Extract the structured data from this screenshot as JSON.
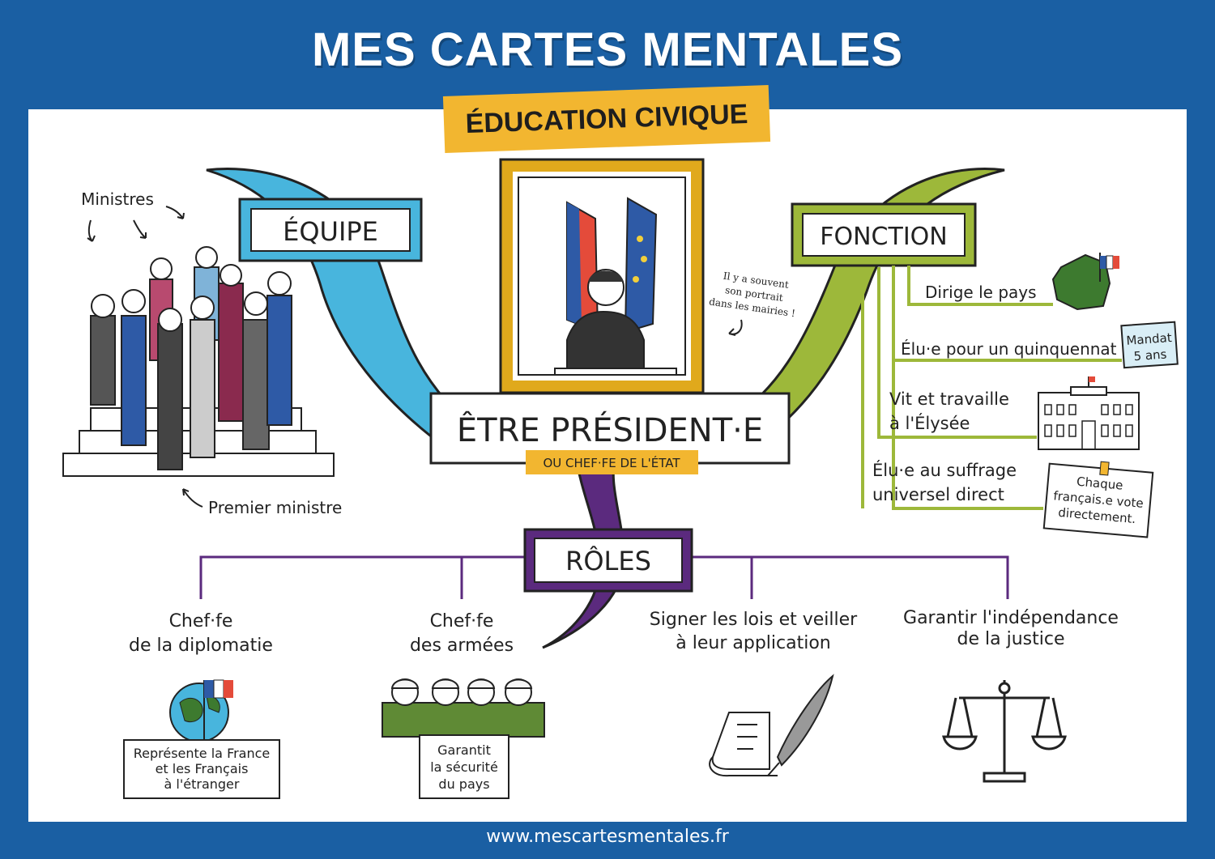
{
  "header": {
    "title": "MES CARTES MENTALES",
    "subtitle": "ÉDUCATION CIVIQUE"
  },
  "center": {
    "title": "ÊTRE PRÉSIDENT·E",
    "subtitle": "OU CHEF·FE DE L'ÉTAT",
    "portrait_note": [
      "Il y a souvent",
      "son portrait",
      "dans les mairies !"
    ]
  },
  "branches": {
    "equipe": {
      "label": "ÉQUIPE",
      "ministers": "Ministres",
      "prime_minister": "Premier ministre"
    },
    "fonction": {
      "label": "FONCTION",
      "items": [
        {
          "lines": [
            "Dirige le pays"
          ]
        },
        {
          "lines": [
            "Élu·e pour un quinquennat"
          ],
          "badge": [
            "Mandat",
            "5 ans"
          ]
        },
        {
          "lines": [
            "Vit et travaille",
            "à l'Élysée"
          ]
        },
        {
          "lines": [
            "Élu·e au suffrage",
            "universel direct"
          ],
          "note": [
            "Chaque",
            "français.e vote",
            "directement."
          ]
        }
      ]
    },
    "roles": {
      "label": "RÔLES",
      "items": [
        {
          "lines": [
            "Chef·fe",
            "de la diplomatie"
          ],
          "note": [
            "Représente la France",
            "et les Français",
            "à l'étranger"
          ]
        },
        {
          "lines": [
            "Chef·fe",
            "des armées"
          ],
          "note": [
            "Garantit",
            "la sécurité",
            "du pays"
          ]
        },
        {
          "lines": [
            "Signer les lois et veiller",
            "à leur application"
          ]
        },
        {
          "lines": [
            "Garantir l'indépendance",
            "de la justice"
          ]
        }
      ]
    }
  },
  "footer": {
    "url": "www.mescartesmentales.fr"
  },
  "colors": {
    "background": "#1a5fa3",
    "equipe": "#48b5dd",
    "fonction": "#9db83a",
    "roles": "#5b2a7e",
    "accent": "#f2b630"
  }
}
